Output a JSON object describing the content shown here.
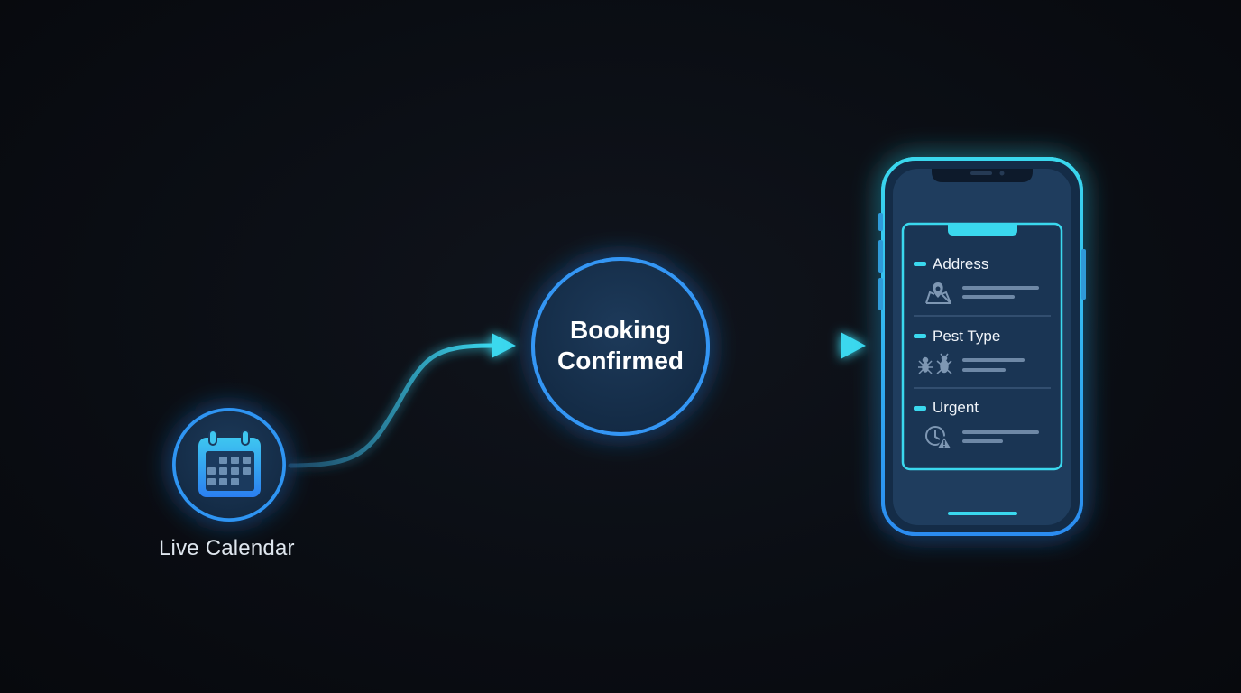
{
  "calendar": {
    "label": "Live Calendar",
    "icon": "calendar-icon"
  },
  "booking": {
    "line1": "Booking",
    "line2": "Confirmed"
  },
  "phone": {
    "fields": [
      {
        "label": "Address",
        "icon": "map-pin-icon"
      },
      {
        "label": "Pest Type",
        "icon": "insects-icon"
      },
      {
        "label": "Urgent",
        "icon": "clock-alert-icon"
      }
    ]
  },
  "colors": {
    "background": "#0b0e14",
    "accent_cyan": "#35d2ec",
    "accent_blue": "#2b8cf0",
    "node_fill": "#17304d",
    "phone_screen": "#1f3d5e"
  }
}
